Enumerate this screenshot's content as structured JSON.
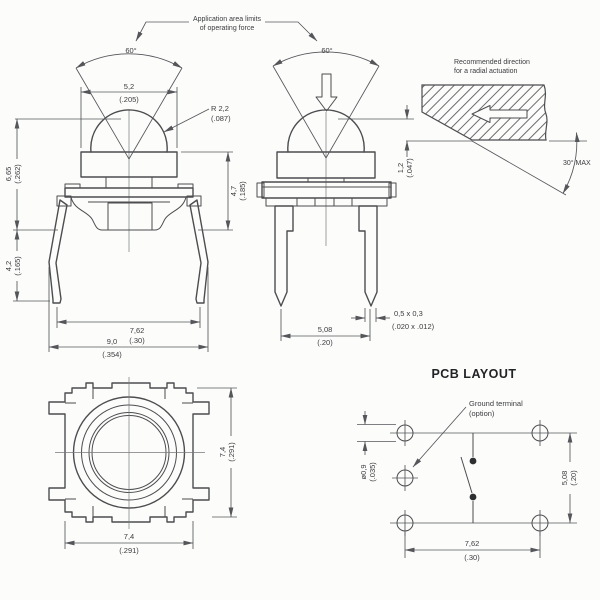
{
  "annotations": {
    "app_area_1": "Application area limits",
    "app_area_2": "of operating force",
    "angle_left": "60°",
    "angle_right": "60°"
  },
  "front_view": {
    "cap_width_mm": "5,2",
    "cap_width_in": "(.205)",
    "dome_radius_mm": "R 2,2",
    "dome_radius_in": "(.087)",
    "total_height_mm": "6,65",
    "total_height_in": "(.262)",
    "body_height_mm": "4,7",
    "body_height_in": "(.185)",
    "leg_length_mm": "4,2",
    "leg_length_in": "(.165)",
    "foot_span_mm": "7,62",
    "foot_span_in": "(.30)",
    "overall_width_mm": "9,0",
    "overall_width_in": "(.354)"
  },
  "side_view": {
    "protrusion_mm": "1,2",
    "protrusion_in": "(.047)",
    "lead_pitch_mm": "5,08",
    "lead_pitch_in": "(.20)",
    "lead_section_mm": "0,5 x 0,3",
    "lead_section_in": "(.020 x .012)"
  },
  "radial_note": {
    "line1": "Recommended direction",
    "line2": "for a radial actuation",
    "max_angle": "30° MAX"
  },
  "top_view": {
    "width_mm": "7,4",
    "width_in": "(.291)",
    "depth_mm": "7,4",
    "depth_in": "(.291)"
  },
  "pcb_layout": {
    "title": "PCB LAYOUT",
    "ground_1": "Ground terminal",
    "ground_2": "(option)",
    "hole_dia_mm": "ø0,9",
    "hole_dia_in": "(.035)",
    "row_pitch_mm": "5,08",
    "row_pitch_in": "(.20)",
    "col_pitch_mm": "7,62",
    "col_pitch_in": "(.30)"
  },
  "colors": {
    "outline": "#4c4d4f",
    "dimension": "#55565a",
    "text": "#3b3c3e",
    "background": "#fcfcfb"
  }
}
